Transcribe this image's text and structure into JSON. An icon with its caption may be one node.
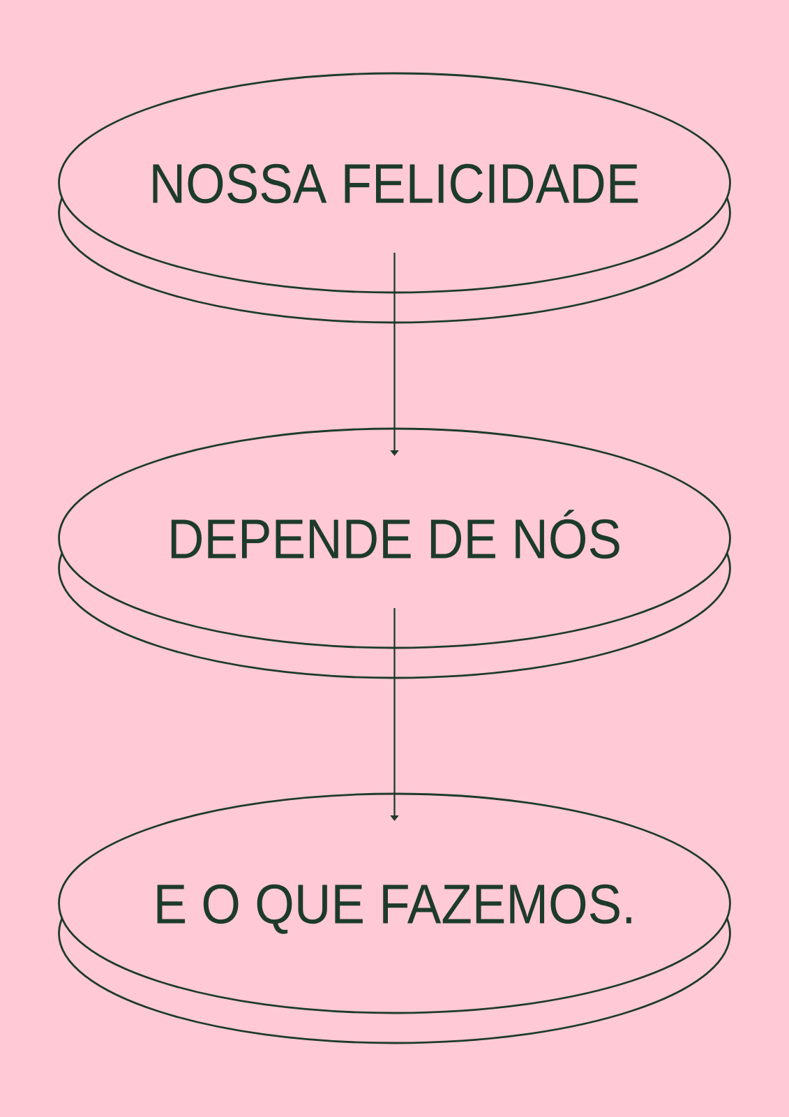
{
  "diagram": {
    "nodes": [
      {
        "text": [
          "NOSSA FELICIDADE"
        ]
      },
      {
        "text": [
          "DEPENDE DE NÓS"
        ]
      },
      {
        "text": [
          "E O QUE FAZEMOS."
        ]
      }
    ],
    "edges": [
      {
        "from": 0,
        "to": 1,
        "arrow": "to"
      },
      {
        "from": 1,
        "to": 2,
        "arrow": "to"
      }
    ]
  }
}
